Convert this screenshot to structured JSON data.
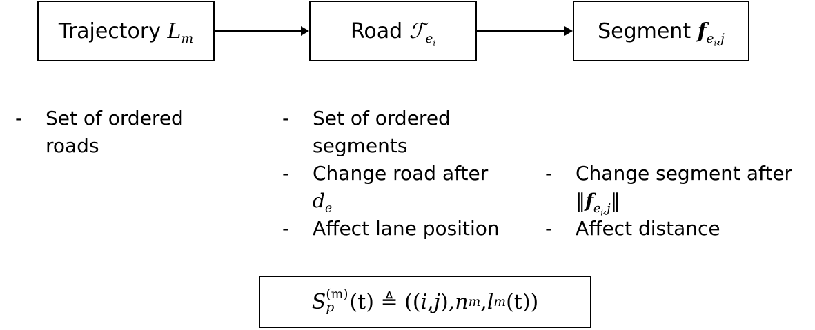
{
  "boxes": {
    "trajectory": {
      "label": "Trajectory",
      "symbol": "L",
      "sub": "m"
    },
    "road": {
      "label": "Road",
      "symbol": "ℱ",
      "sub": "e",
      "subsub": "i"
    },
    "segment": {
      "label": "Segment",
      "symbol": "f",
      "sub": "e",
      "subsub": "i",
      "subrest": ",j"
    }
  },
  "bullets": {
    "trajectory": [
      {
        "dash": "-",
        "text": "Set of ordered roads"
      }
    ],
    "road": [
      {
        "dash": "-",
        "text": "Set of ordered segments"
      },
      {
        "dash": "-",
        "text": "Change road after",
        "symbol": "d",
        "sub": "e"
      },
      {
        "dash": "-",
        "text": "Affect lane position"
      }
    ],
    "segment": [
      {
        "dash": "-",
        "text": "Change segment after",
        "norm": "‖",
        "symbol": "f",
        "sub": "e",
        "subsub": "i",
        "subrest": ",j"
      },
      {
        "dash": "-",
        "text": "Affect distance"
      }
    ]
  },
  "formula": {
    "S": "S",
    "sup": "(m)",
    "sub": "p",
    "arg": "(t)",
    "defeq": "≜",
    "rhs_open": "((",
    "i": "i",
    "comma1": ", ",
    "j": "j",
    "close_ij": "), ",
    "n": "n",
    "n_sub": "m",
    "comma2": ", ",
    "l": "l",
    "l_sub": "m",
    "l_arg": "(t)",
    "rhs_close": ")"
  }
}
